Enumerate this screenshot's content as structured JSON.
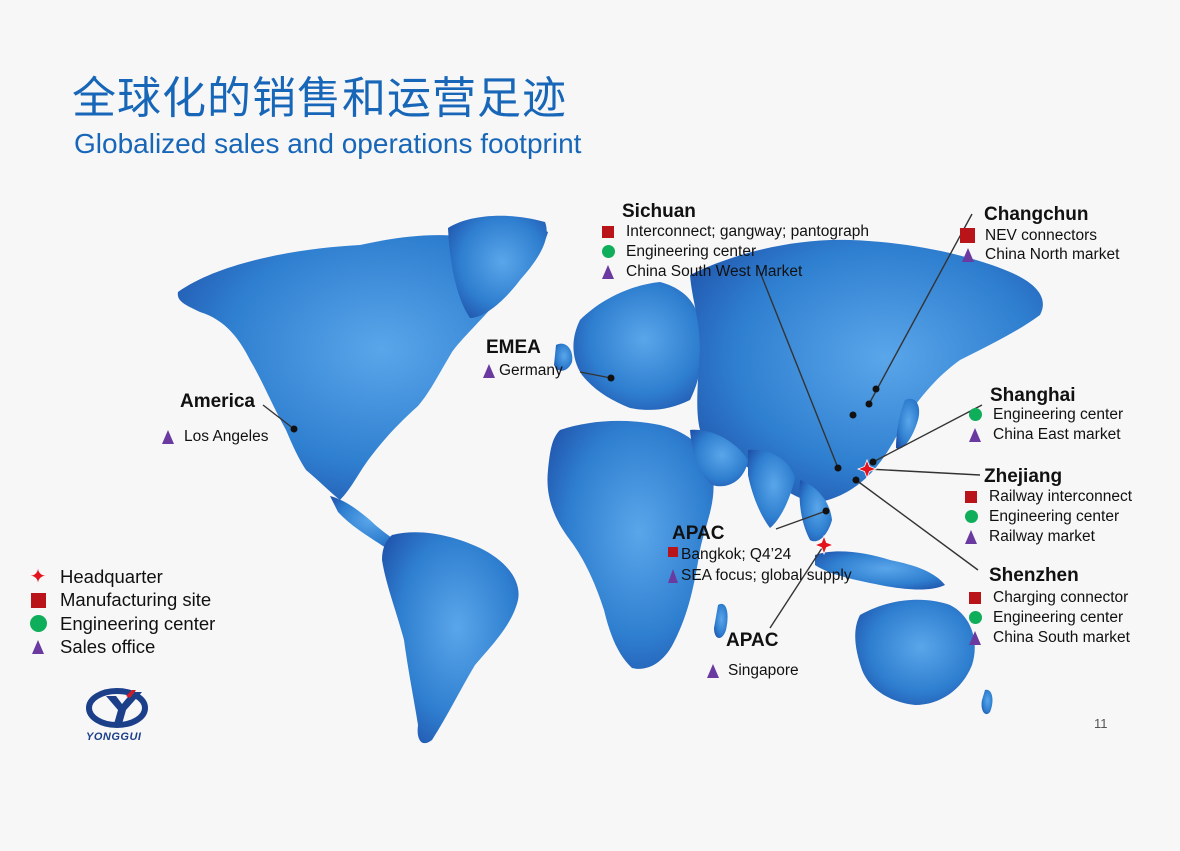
{
  "title_cn": "全球化的销售和运营足迹",
  "title_en": "Globalized sales and operations footprint",
  "page_number": "11",
  "logo_text": "YONGGUI",
  "colors": {
    "title": "#1766b8",
    "manufacturing": "#b8141a",
    "engineering": "#0fae5a",
    "sales": "#6a3aa0",
    "headquarter": "#e3121c",
    "map": "#2f7fd0"
  },
  "legend": [
    {
      "icon": "red-star-icon",
      "label": "Headquarter"
    },
    {
      "icon": "red-square-icon",
      "label": "Manufacturing site"
    },
    {
      "icon": "green-circle-icon",
      "label": "Engineering center"
    },
    {
      "icon": "purple-triangle-icon",
      "label": "Sales office"
    }
  ],
  "regions": {
    "america": {
      "name": "America",
      "items": [
        {
          "type": "sales",
          "text": "Los Angeles"
        }
      ]
    },
    "emea": {
      "name": "EMEA",
      "items": [
        {
          "type": "sales",
          "text": "Germany"
        }
      ]
    },
    "sichuan": {
      "name": "Sichuan",
      "items": [
        {
          "type": "manufacturing",
          "text": "Interconnect; gangway; pantograph"
        },
        {
          "type": "engineering",
          "text": "Engineering center"
        },
        {
          "type": "sales",
          "text": "China South West Market"
        }
      ]
    },
    "changchun": {
      "name": "Changchun",
      "items": [
        {
          "type": "manufacturing",
          "text": "NEV connectors"
        },
        {
          "type": "sales",
          "text": "China North market"
        }
      ]
    },
    "shanghai": {
      "name": "Shanghai",
      "items": [
        {
          "type": "engineering",
          "text": "Engineering center"
        },
        {
          "type": "sales",
          "text": "China East market"
        }
      ]
    },
    "zhejiang": {
      "name": "Zhejiang",
      "items": [
        {
          "type": "manufacturing",
          "text": "Railway interconnect"
        },
        {
          "type": "engineering",
          "text": "Engineering center"
        },
        {
          "type": "sales",
          "text": "Railway market"
        }
      ]
    },
    "shenzhen": {
      "name": "Shenzhen",
      "items": [
        {
          "type": "manufacturing",
          "text": "Charging connector"
        },
        {
          "type": "engineering",
          "text": "Engineering center"
        },
        {
          "type": "sales",
          "text": "China South market"
        }
      ]
    },
    "apac_bangkok": {
      "name": "APAC",
      "items": [
        {
          "type": "manufacturing",
          "text": "Bangkok; Q4’24"
        },
        {
          "type": "sales",
          "text": "SEA focus; global supply"
        }
      ]
    },
    "apac_singapore": {
      "name": "APAC",
      "items": [
        {
          "type": "sales",
          "text": "Singapore"
        }
      ]
    }
  }
}
